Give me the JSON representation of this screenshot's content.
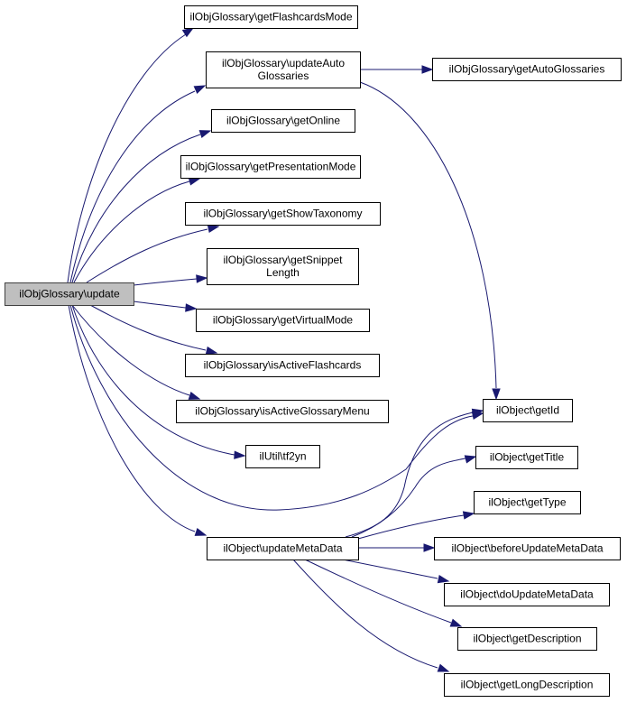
{
  "diagram": {
    "type": "call-graph",
    "edge_color": "#191970",
    "root_fill": "#bfbfbf",
    "nodes": [
      {
        "id": "update",
        "lines": [
          "ilObjGlossary\\update"
        ],
        "root": true
      },
      {
        "id": "getFlashcardsMode",
        "lines": [
          "ilObjGlossary\\getFlashcardsMode"
        ]
      },
      {
        "id": "updateAutoGlossaries",
        "lines": [
          "ilObjGlossary\\updateAuto",
          "Glossaries"
        ]
      },
      {
        "id": "getAutoGlossaries",
        "lines": [
          "ilObjGlossary\\getAutoGlossaries"
        ]
      },
      {
        "id": "getOnline",
        "lines": [
          "ilObjGlossary\\getOnline"
        ]
      },
      {
        "id": "getPresentationMode",
        "lines": [
          "ilObjGlossary\\getPresentationMode"
        ]
      },
      {
        "id": "getShowTaxonomy",
        "lines": [
          "ilObjGlossary\\getShowTaxonomy"
        ]
      },
      {
        "id": "getSnippetLength",
        "lines": [
          "ilObjGlossary\\getSnippet",
          "Length"
        ]
      },
      {
        "id": "getVirtualMode",
        "lines": [
          "ilObjGlossary\\getVirtualMode"
        ]
      },
      {
        "id": "isActiveFlashcards",
        "lines": [
          "ilObjGlossary\\isActiveFlashcards"
        ]
      },
      {
        "id": "isActiveGlossaryMenu",
        "lines": [
          "ilObjGlossary\\isActiveGlossaryMenu"
        ]
      },
      {
        "id": "tf2yn",
        "lines": [
          "ilUtil\\tf2yn"
        ]
      },
      {
        "id": "updateMetaData",
        "lines": [
          "ilObject\\updateMetaData"
        ]
      },
      {
        "id": "getId",
        "lines": [
          "ilObject\\getId"
        ]
      },
      {
        "id": "getTitle",
        "lines": [
          "ilObject\\getTitle"
        ]
      },
      {
        "id": "getType",
        "lines": [
          "ilObject\\getType"
        ]
      },
      {
        "id": "beforeUpdateMetaData",
        "lines": [
          "ilObject\\beforeUpdateMetaData"
        ]
      },
      {
        "id": "doUpdateMetaData",
        "lines": [
          "ilObject\\doUpdateMetaData"
        ]
      },
      {
        "id": "getDescription",
        "lines": [
          "ilObject\\getDescription"
        ]
      },
      {
        "id": "getLongDescription",
        "lines": [
          "ilObject\\getLongDescription"
        ]
      }
    ],
    "edges": [
      {
        "from": "update",
        "to": "getFlashcardsMode"
      },
      {
        "from": "update",
        "to": "updateAutoGlossaries"
      },
      {
        "from": "update",
        "to": "getOnline"
      },
      {
        "from": "update",
        "to": "getPresentationMode"
      },
      {
        "from": "update",
        "to": "getShowTaxonomy"
      },
      {
        "from": "update",
        "to": "getSnippetLength"
      },
      {
        "from": "update",
        "to": "getVirtualMode"
      },
      {
        "from": "update",
        "to": "isActiveFlashcards"
      },
      {
        "from": "update",
        "to": "isActiveGlossaryMenu"
      },
      {
        "from": "update",
        "to": "tf2yn"
      },
      {
        "from": "update",
        "to": "getId"
      },
      {
        "from": "update",
        "to": "updateMetaData"
      },
      {
        "from": "updateAutoGlossaries",
        "to": "getAutoGlossaries"
      },
      {
        "from": "updateAutoGlossaries",
        "to": "getId"
      },
      {
        "from": "updateMetaData",
        "to": "getId"
      },
      {
        "from": "updateMetaData",
        "to": "getTitle"
      },
      {
        "from": "updateMetaData",
        "to": "getType"
      },
      {
        "from": "updateMetaData",
        "to": "beforeUpdateMetaData"
      },
      {
        "from": "updateMetaData",
        "to": "doUpdateMetaData"
      },
      {
        "from": "updateMetaData",
        "to": "getDescription"
      },
      {
        "from": "updateMetaData",
        "to": "getLongDescription"
      }
    ]
  }
}
